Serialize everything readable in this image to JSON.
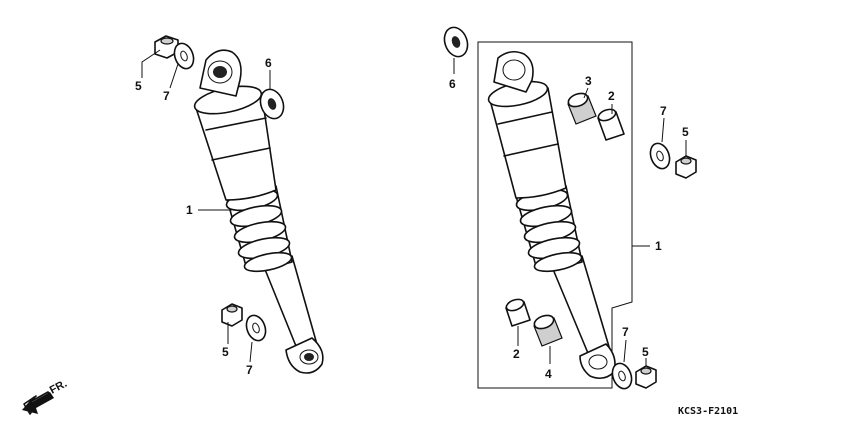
{
  "diagram": {
    "callouts": {
      "left": {
        "shock": "1",
        "nut_top": "5",
        "washer_top": "7",
        "spacer_top": "6",
        "nut_bottom": "5",
        "washer_bottom": "7"
      },
      "right": {
        "shock": "1",
        "spacer_top": "6",
        "bush_top": "3",
        "collar_top": "2",
        "washer_top": "7",
        "nut_top": "5",
        "collar_bottom": "2",
        "bush_bottom": "4",
        "washer_bottom": "7",
        "nut_bottom": "5"
      }
    },
    "front_arrow_label": "FR.",
    "figure_code": "KCS3-F2101"
  }
}
